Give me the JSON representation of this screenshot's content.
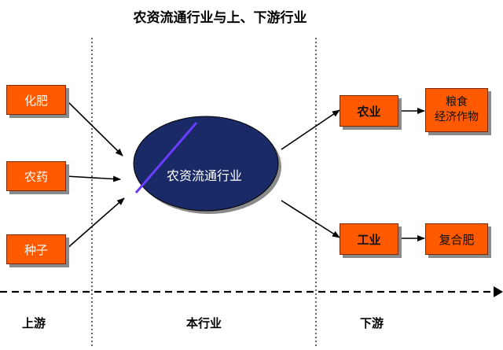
{
  "title": "农资流通行业与上、下游行业",
  "upstream": {
    "items": [
      "化肥",
      "农药",
      "种子"
    ],
    "label": "上游"
  },
  "core": {
    "label": "农资流通行业",
    "zone_label": "本行业"
  },
  "downstream": {
    "items": [
      {
        "label": "农业",
        "outputs": [
          "粮食",
          "经济作物"
        ]
      },
      {
        "label": "工业",
        "outputs": [
          "复合肥"
        ]
      }
    ],
    "label": "下游"
  },
  "colors": {
    "box_fill": "#ff5a00",
    "ellipse_fill": "#1a2a66",
    "ellipse_accent": "#6a3cff"
  }
}
